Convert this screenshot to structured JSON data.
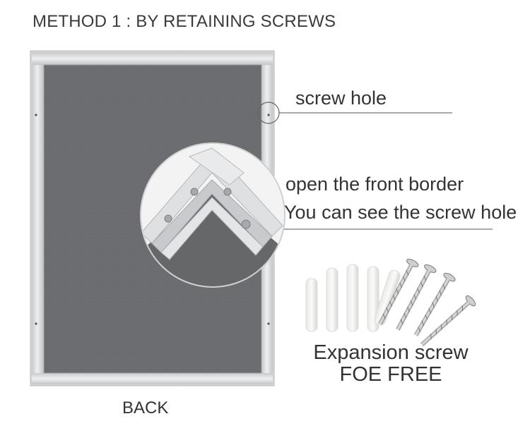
{
  "heading": "METHOD 1 : BY RETAINING SCREWS",
  "callouts": {
    "screw_hole": "screw hole",
    "open_border": "open the front border",
    "see_hole": "You can see the screw hole"
  },
  "accessories": {
    "line1": "Expansion screw",
    "line2": "FOE FREE"
  },
  "frame_caption": "BACK",
  "colors": {
    "frame": "#d9dadc",
    "panel": "#6c6d70",
    "text": "#333333"
  }
}
